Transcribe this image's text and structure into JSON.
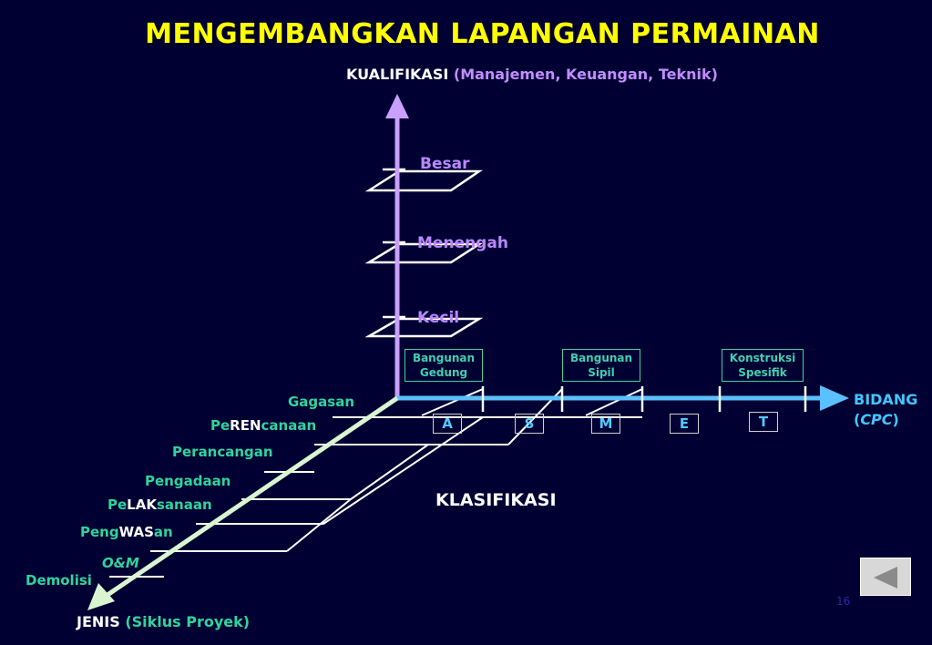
{
  "title": "MENGEMBANGKAN LAPANGAN PERMAINAN",
  "vertical_axis": {
    "label": "KUALIFIKASI",
    "sublabel": "(Manajemen, Keuangan, Teknik)",
    "levels": [
      "Besar",
      "Menengah",
      "Kecil"
    ]
  },
  "horizontal_axis": {
    "label": "BIDANG",
    "sublabel_open": "(",
    "sublabel": "CPC",
    "sublabel_close": ")",
    "groups": [
      {
        "line1": "Bangunan",
        "line2": "Gedung"
      },
      {
        "line1": "Bangunan",
        "line2": "Sipil"
      },
      {
        "line1": "Konstruksi",
        "line2": "Spesifik"
      }
    ],
    "letters": [
      "A",
      "S",
      "M",
      "E",
      "T"
    ]
  },
  "center_label": "KLASIFIKASI",
  "diagonal_axis": {
    "label": "JENIS",
    "sublabel": "(Siklus Proyek)",
    "stages": {
      "gagasan": "Gagasan",
      "perencanaan": {
        "pre": "Pe",
        "hl": "REN",
        "post": "canaan"
      },
      "perancangan": "Perancangan",
      "pengadaan": "Pengadaan",
      "pelaksanaan": {
        "pre": "Pe",
        "hl": "LAK",
        "post": "sanaan"
      },
      "pengawasan": {
        "pre": "Peng",
        "hl": "WAS",
        "post": "an"
      },
      "om": "O&M",
      "demolisi": "Demolisi"
    }
  },
  "page_number": "16",
  "colors": {
    "background": "#000033",
    "title": "#ffff00",
    "vertical_axis": "#c9a0ff",
    "horizontal_axis": "#5bc0ff",
    "diagonal_axis": "#d8f5d0",
    "stage_text": "#30d49c"
  },
  "nav": {
    "back_icon": "back-triangle-icon"
  }
}
